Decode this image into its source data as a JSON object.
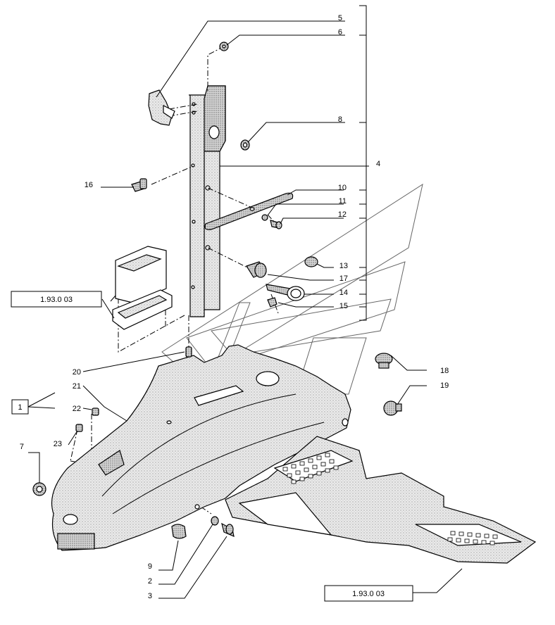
{
  "callouts": {
    "c1": "1",
    "c2": "2",
    "c3": "3",
    "c4": "4",
    "c5": "5",
    "c6": "6",
    "c7": "7",
    "c8": "8",
    "c9": "9",
    "c10": "10",
    "c11": "11",
    "c12": "12",
    "c13": "13",
    "c14": "14",
    "c15": "15",
    "c16": "16",
    "c17": "17",
    "c18": "18",
    "c19": "19",
    "c20": "20",
    "c21": "21",
    "c22": "22",
    "c23": "23"
  },
  "references": {
    "ref_upper": "1.93.0 03",
    "ref_lower": "1.93.0 03"
  },
  "icons": {
    "watermark": "logo-watermark-icon",
    "stipple": "stipple-texture-icon"
  },
  "colors": {
    "line": "#000000",
    "part_fill": "#e6e6e6",
    "dark_fill": "#cccccc",
    "background": "#ffffff"
  }
}
